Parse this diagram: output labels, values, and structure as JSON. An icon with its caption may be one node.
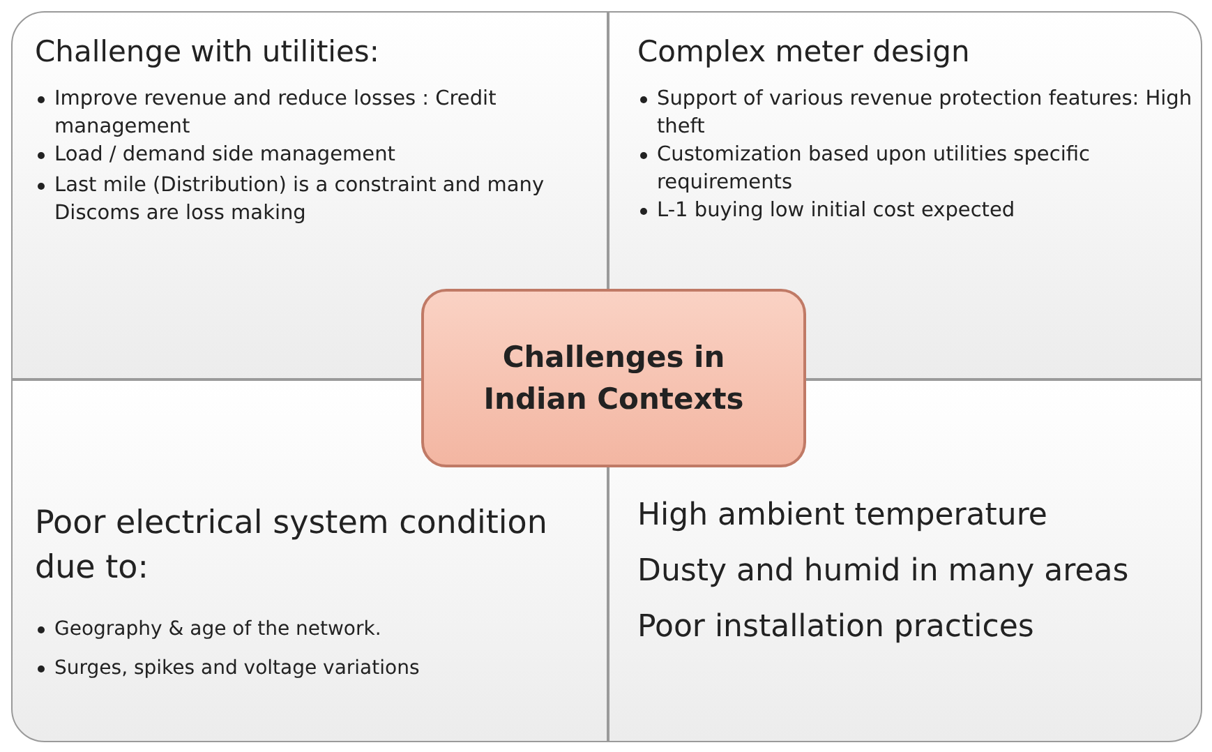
{
  "diagram": {
    "nodes": [
      {
        "text": [
          "Challenge with utilities:",
          "Improve revenue and reduce losses : Credit management",
          "Load / demand side management",
          "Last mile (Distribution) is a constraint and many Discoms are loss making"
        ]
      },
      {
        "text": [
          "Complex meter design",
          "Support of various revenue protection features: High theft",
          "Customization based upon utilities specific requirements",
          "L-1 buying low initial cost expected"
        ]
      },
      {
        "text": [
          "Poor electrical system condition due to:",
          "Geography & age of the network.",
          "Surges, spikes and voltage variations"
        ]
      },
      {
        "text": [
          "High ambient temperature",
          "Dusty and humid in many areas",
          "Poor installation practices"
        ]
      },
      {
        "text": [
          "Challenges in Indian Contexts"
        ]
      }
    ]
  }
}
